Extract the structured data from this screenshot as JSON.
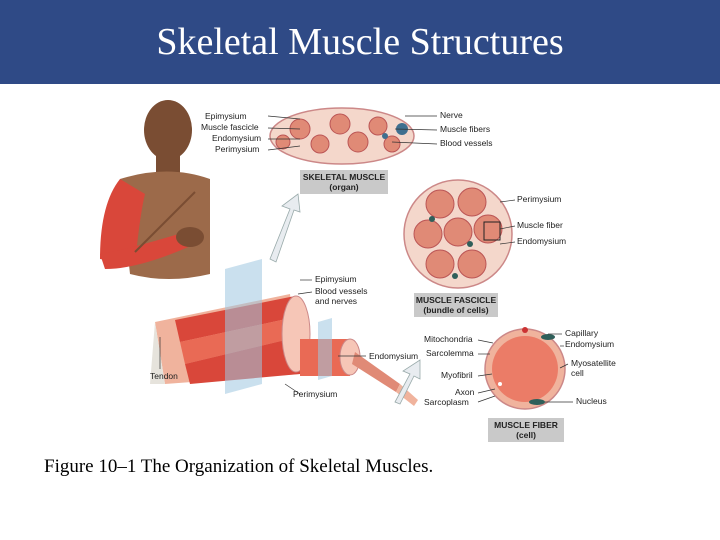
{
  "slide": {
    "title": "Skeletal Muscle Structures",
    "caption": "Figure 10–1 The Organization of Skeletal Muscles."
  },
  "colors": {
    "title_bar": "#2f4a86",
    "muscle": "#d9473a",
    "muscle_light": "#f0b39d",
    "sheath": "#f4d7cb",
    "skin": "#9c6a4a",
    "label_box": "#c9c9c9"
  },
  "diagram": {
    "organ_labels_left": [
      "Epimysium",
      "Muscle fascicle",
      "Endomysium",
      "Perimysium"
    ],
    "organ_labels_right": [
      "Nerve",
      "Muscle fibers",
      "Blood vessels"
    ],
    "organ_box": [
      "SKELETAL MUSCLE",
      "(organ)"
    ],
    "fascicle_labels": [
      "Perimysium",
      "Muscle fiber",
      "Endomysium"
    ],
    "fascicle_box": [
      "MUSCLE FASCICLE",
      "(bundle of cells)"
    ],
    "arm_labels": [
      "Epimysium",
      "Blood vessels",
      "and nerves",
      "Tendon",
      "Endomysium",
      "Perimysium"
    ],
    "fiber_labels_left": [
      "Mitochondria",
      "Sarcolemma",
      "Myofibril",
      "Axon",
      "Sarcoplasm"
    ],
    "fiber_labels_right": [
      "Capillary",
      "Endomysium",
      "Myosatellite",
      "cell",
      "Nucleus"
    ],
    "fiber_box": [
      "MUSCLE FIBER",
      "(cell)"
    ]
  }
}
